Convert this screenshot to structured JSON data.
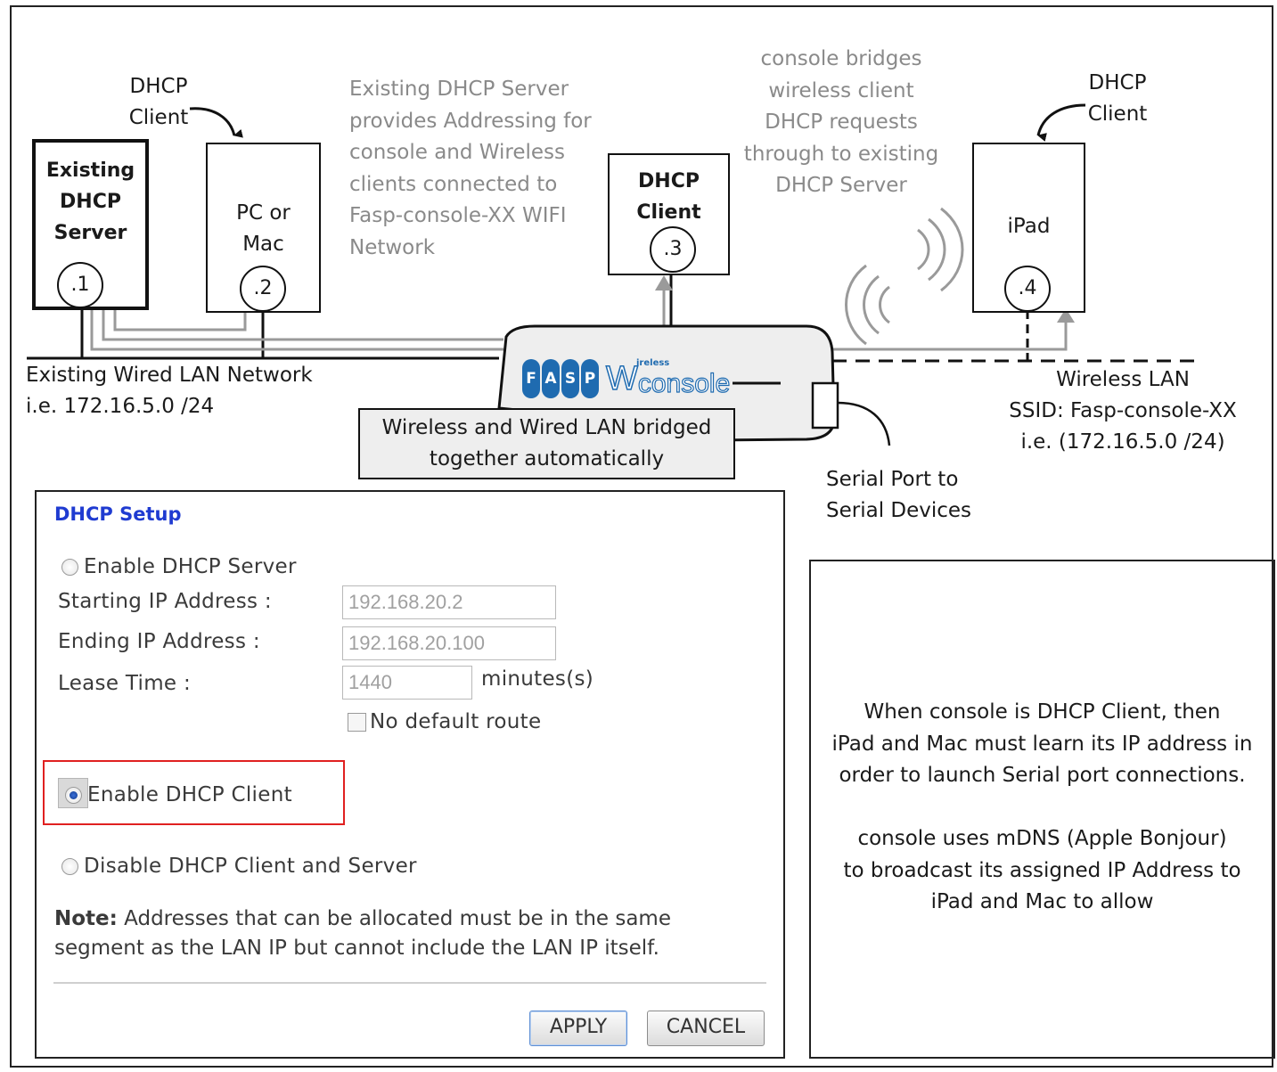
{
  "nodes": {
    "server": {
      "title_lines": [
        "Existing",
        "DHCP",
        "Server"
      ],
      "num": ".1"
    },
    "pc": {
      "title_lines": [
        "PC or",
        "Mac"
      ],
      "num": ".2",
      "role_lines": [
        "DHCP",
        "Client"
      ]
    },
    "console_client": {
      "title_lines": [
        "DHCP",
        "Client"
      ],
      "num": ".3"
    },
    "ipad": {
      "title": "iPad",
      "num": ".4",
      "role_lines": [
        "DHCP",
        "Client"
      ]
    }
  },
  "annotations": {
    "server_note": [
      "Existing DHCP Server",
      "provides Addressing for",
      "console and Wireless",
      "clients connected to",
      "Fasp-console-XX WIFI",
      "Network"
    ],
    "bridge_note": [
      "console bridges",
      "wireless client",
      "DHCP requests",
      "through to existing",
      "DHCP Server"
    ],
    "wired_lan": [
      "Existing Wired LAN Network",
      "i.e. 172.16.5.0 /24"
    ],
    "wireless_lan": [
      "Wireless LAN",
      "SSID: Fasp-console-XX",
      "i.e. (172.16.5.0 /24)"
    ],
    "bridged_box": [
      "Wireless and Wired LAN bridged",
      "together automatically"
    ],
    "serial": [
      "Serial Port to",
      "Serial Devices"
    ],
    "logo": {
      "fasp_letters": [
        "F",
        "A",
        "S",
        "P"
      ],
      "brand_prefix": "W",
      "brand_small": "ireless",
      "brand_main": "console"
    }
  },
  "dhcp_setup": {
    "title": "DHCP Setup",
    "enable_server": "Enable DHCP Server",
    "start_label": "Starting IP Address :",
    "start_value": "192.168.20.2",
    "end_label": "Ending IP Address :",
    "end_value": "192.168.20.100",
    "lease_label": "Lease Time :",
    "lease_value": "1440",
    "lease_unit": "minutes(s)",
    "no_default_route": "No default route",
    "enable_client": "Enable DHCP Client",
    "disable_both": "Disable DHCP Client and Server",
    "note_bold": "Note:",
    "note_line1": " Addresses that can be allocated must be in the same",
    "note_line2": "segment as the LAN IP but cannot include the LAN IP itself.",
    "apply": "APPLY",
    "cancel": "CANCEL",
    "selected_mode": "Enable DHCP Client"
  },
  "info_text": {
    "para1": [
      "When  console is DHCP Client, then",
      "iPad and Mac must learn its IP address in",
      "order to launch Serial port connections."
    ],
    "para2": [
      "console uses mDNS (Apple Bonjour)",
      "to broadcast its assigned IP Address to",
      "iPad and Mac to allow"
    ]
  },
  "colors": {
    "title_blue": "#1f3bd1",
    "highlight_red": "#e02020",
    "logo_blue": "#1f6bb0"
  }
}
